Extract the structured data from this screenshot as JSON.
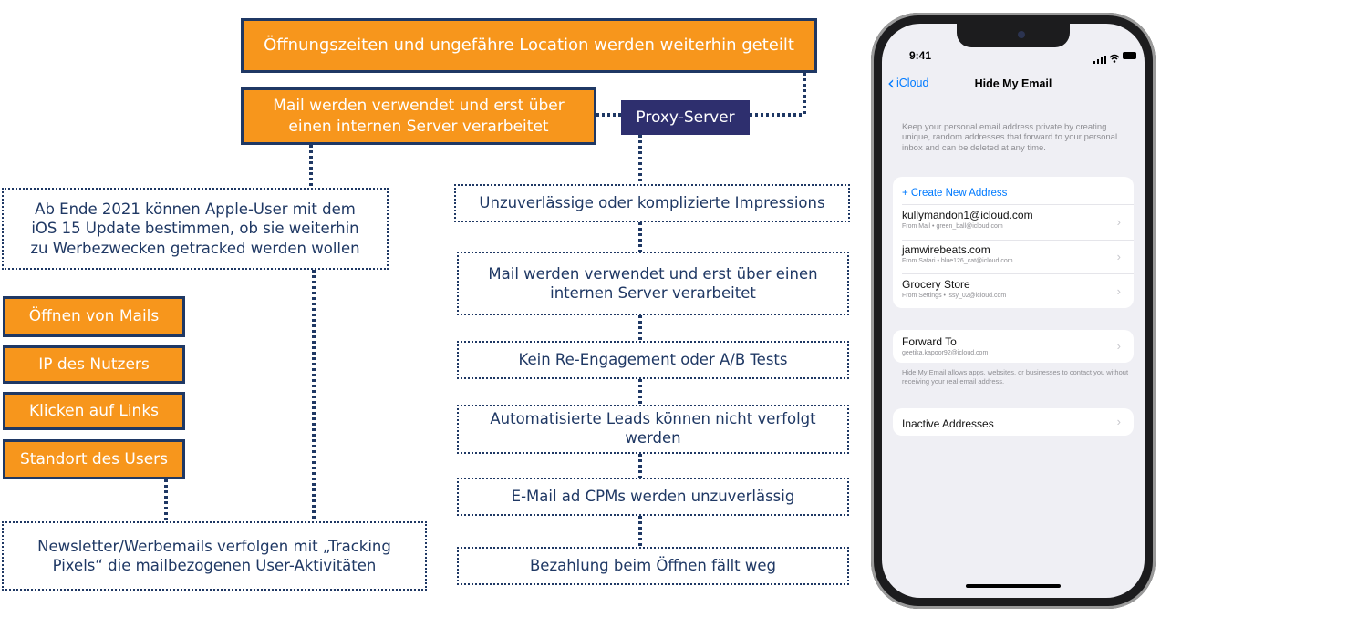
{
  "diagram": {
    "top_box": "Öffnungszeiten und ungefähre Location werden weiterhin geteilt",
    "mail_box": [
      "Mail werden verwendet und erst über",
      "einen internen Server verarbeitet"
    ],
    "proxy": "Proxy-Server",
    "apple_box": [
      "Ab Ende 2021 können Apple-User mit dem",
      "iOS 15 Update bestimmen, ob sie weiterhin",
      "zu Werbezwecken getracked werden wollen"
    ],
    "tracking_items": [
      "Öffnen von Mails",
      "IP des Nutzers",
      "Klicken auf Links",
      "Standort des Users"
    ],
    "newsletter_box": [
      "Newsletter/Werbemails verfolgen mit „Tracking",
      "Pixels“ die mailbezogenen User-Aktivitäten"
    ],
    "consequences": [
      [
        "Unzuverlässige oder komplizierte Impressions"
      ],
      [
        "Mail werden verwendet und erst über einen",
        "internen Server verarbeitet"
      ],
      [
        "Kein Re-Engagement oder A/B Tests"
      ],
      [
        "Automatisierte Leads können nicht verfolgt",
        "werden"
      ],
      [
        "E-Mail ad CPMs werden unzuverlässig"
      ],
      [
        "Bezahlung beim Öffnen fällt weg"
      ]
    ]
  },
  "phone": {
    "time": "9:41",
    "back_label": "iCloud",
    "title": "Hide My Email",
    "intro": "Keep your personal email address private by creating unique, random addresses that forward to your personal inbox and can be deleted at any time.",
    "create_label": "+ Create New Address",
    "addresses": [
      {
        "title": "kullymandon1@icloud.com",
        "sub": "From Mail • green_ball@icloud.com"
      },
      {
        "title": "jamwirebeats.com",
        "sub": "From Safari • blue126_cat@icloud.com"
      },
      {
        "title": "Grocery Store",
        "sub": "From Settings • issy_02@icloud.com"
      }
    ],
    "forward_title": "Forward To",
    "forward_sub": "geetika.kapoor92@icloud.com",
    "footer_note": "Hide My Email allows apps, websites, or businesses to contact you without receiving your real email address.",
    "inactive_label": "Inactive Addresses",
    "chevron_icon": "chevron-right-icon",
    "back_icon": "chevron-left-icon"
  },
  "colors": {
    "orange": "#f7961c",
    "navy": "#1f3864",
    "proxy": "#2e2f6e",
    "ios_blue": "#007aff"
  }
}
